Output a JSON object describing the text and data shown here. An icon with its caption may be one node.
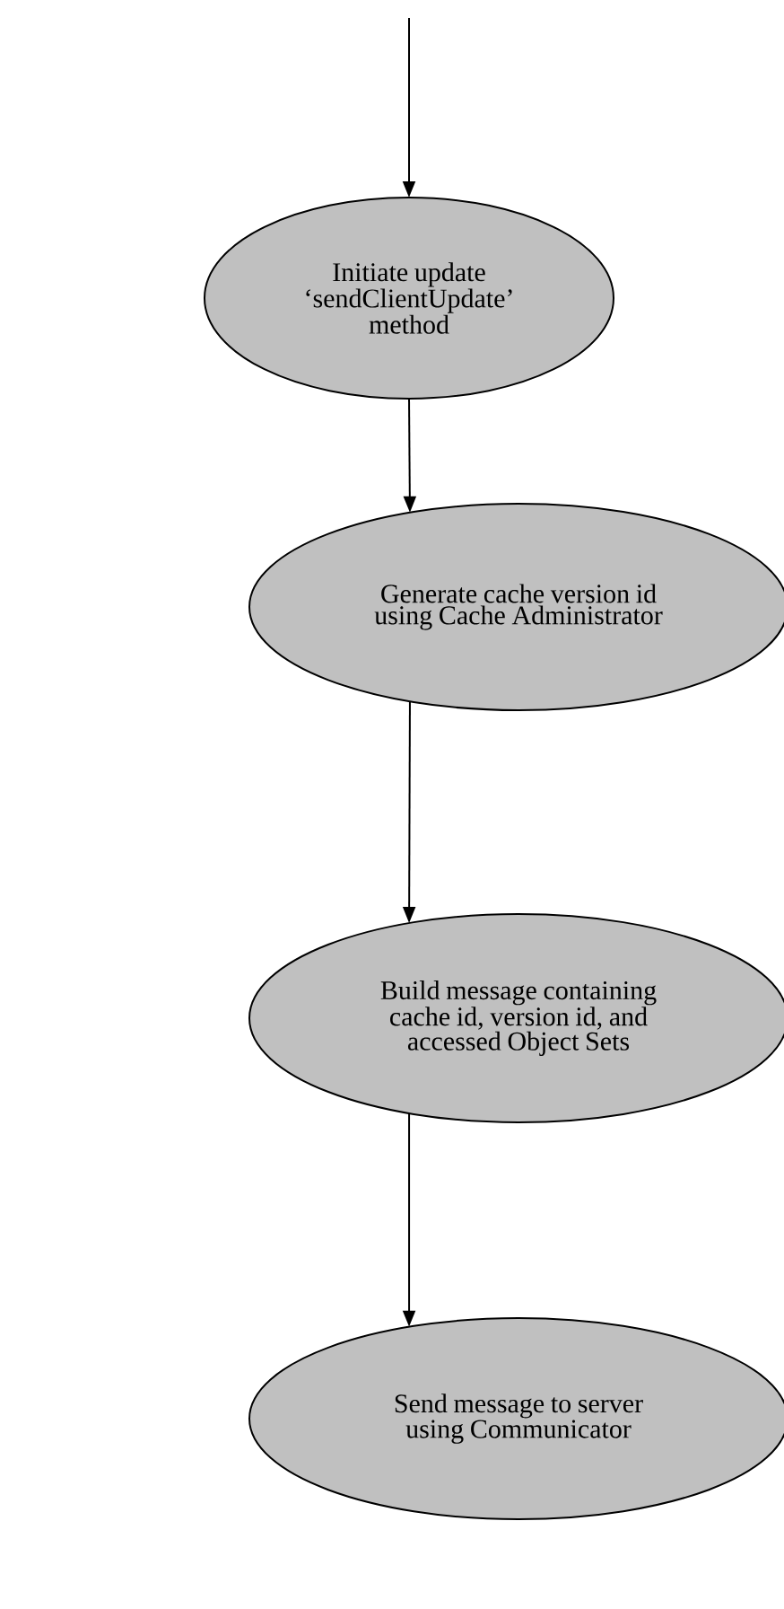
{
  "diagram": {
    "nodes": [
      {
        "text": [
          "Initiate update ‘sendClientUpdate’ method"
        ]
      },
      {
        "text": [
          "Generate cache version id using Cache Administrator"
        ]
      },
      {
        "text": [
          "Build message containing cache id, version id, and accessed Object Sets"
        ]
      },
      {
        "text": [
          "Send message to server using Communicator"
        ]
      }
    ],
    "edges": [
      {
        "from": null,
        "to": 0,
        "arrow": "to"
      },
      {
        "from": 0,
        "to": 1,
        "arrow": "to"
      },
      {
        "from": 1,
        "to": 2,
        "arrow": "to"
      },
      {
        "from": 2,
        "to": 3,
        "arrow": "to"
      }
    ]
  }
}
